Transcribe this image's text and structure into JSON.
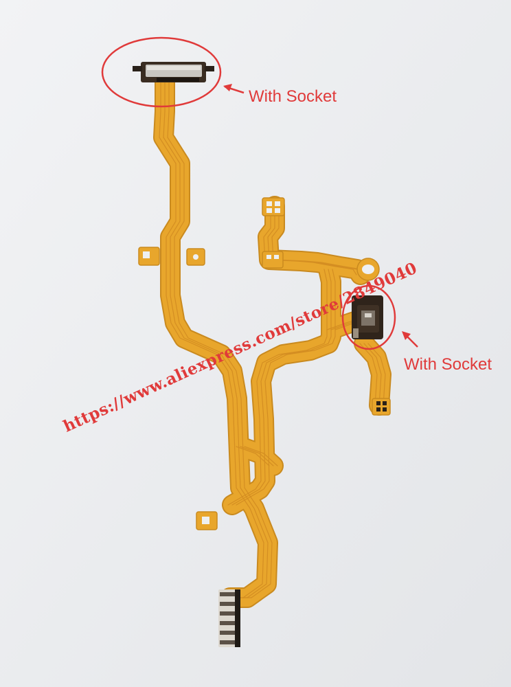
{
  "photo": {
    "background_color": "#eceef0",
    "cable_color": "#e8a62c",
    "cable_edge_color": "#c98a1f",
    "trace_color": "#d48e22",
    "annotation_color": "#e03a3a"
  },
  "annotations": {
    "top_socket_label": "With Socket",
    "right_socket_label": "With Socket"
  },
  "watermark": {
    "text": "https://www.aliexpress.com/store/2849040"
  }
}
